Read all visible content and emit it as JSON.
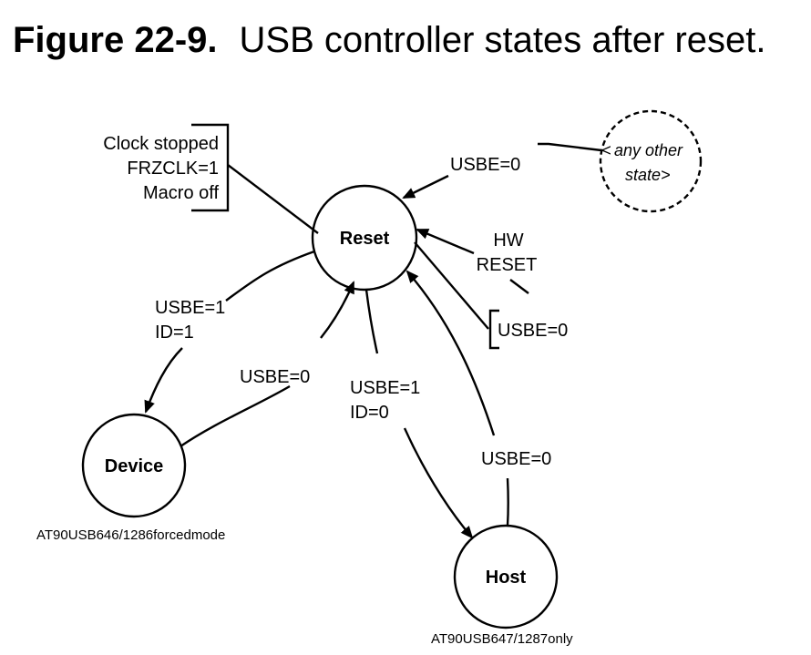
{
  "figure": {
    "number": "Figure 22-9.",
    "caption": "USB controller states after reset."
  },
  "states": {
    "reset": "Reset",
    "device": "Device",
    "host": "Host",
    "any_other_line1": "any other",
    "any_other_line2": "state>",
    "any_other_bracket": "<"
  },
  "notes": {
    "reset_note": [
      "Clock stopped",
      "FRZCLK=1",
      "Macro off"
    ],
    "device_variant": "AT90USB646/1286forcedmode",
    "host_variant": "AT90USB647/1287only"
  },
  "transitions": {
    "any_to_reset": "USBE=0",
    "hw_reset_line1": "HW",
    "hw_reset_line2": "RESET",
    "reset_self": "USBE=0",
    "reset_to_device_1": "USBE=1",
    "reset_to_device_2": "ID=1",
    "device_to_reset": "USBE=0",
    "reset_to_host_1": "USBE=1",
    "reset_to_host_2": "ID=0",
    "host_to_reset": "USBE=0"
  }
}
